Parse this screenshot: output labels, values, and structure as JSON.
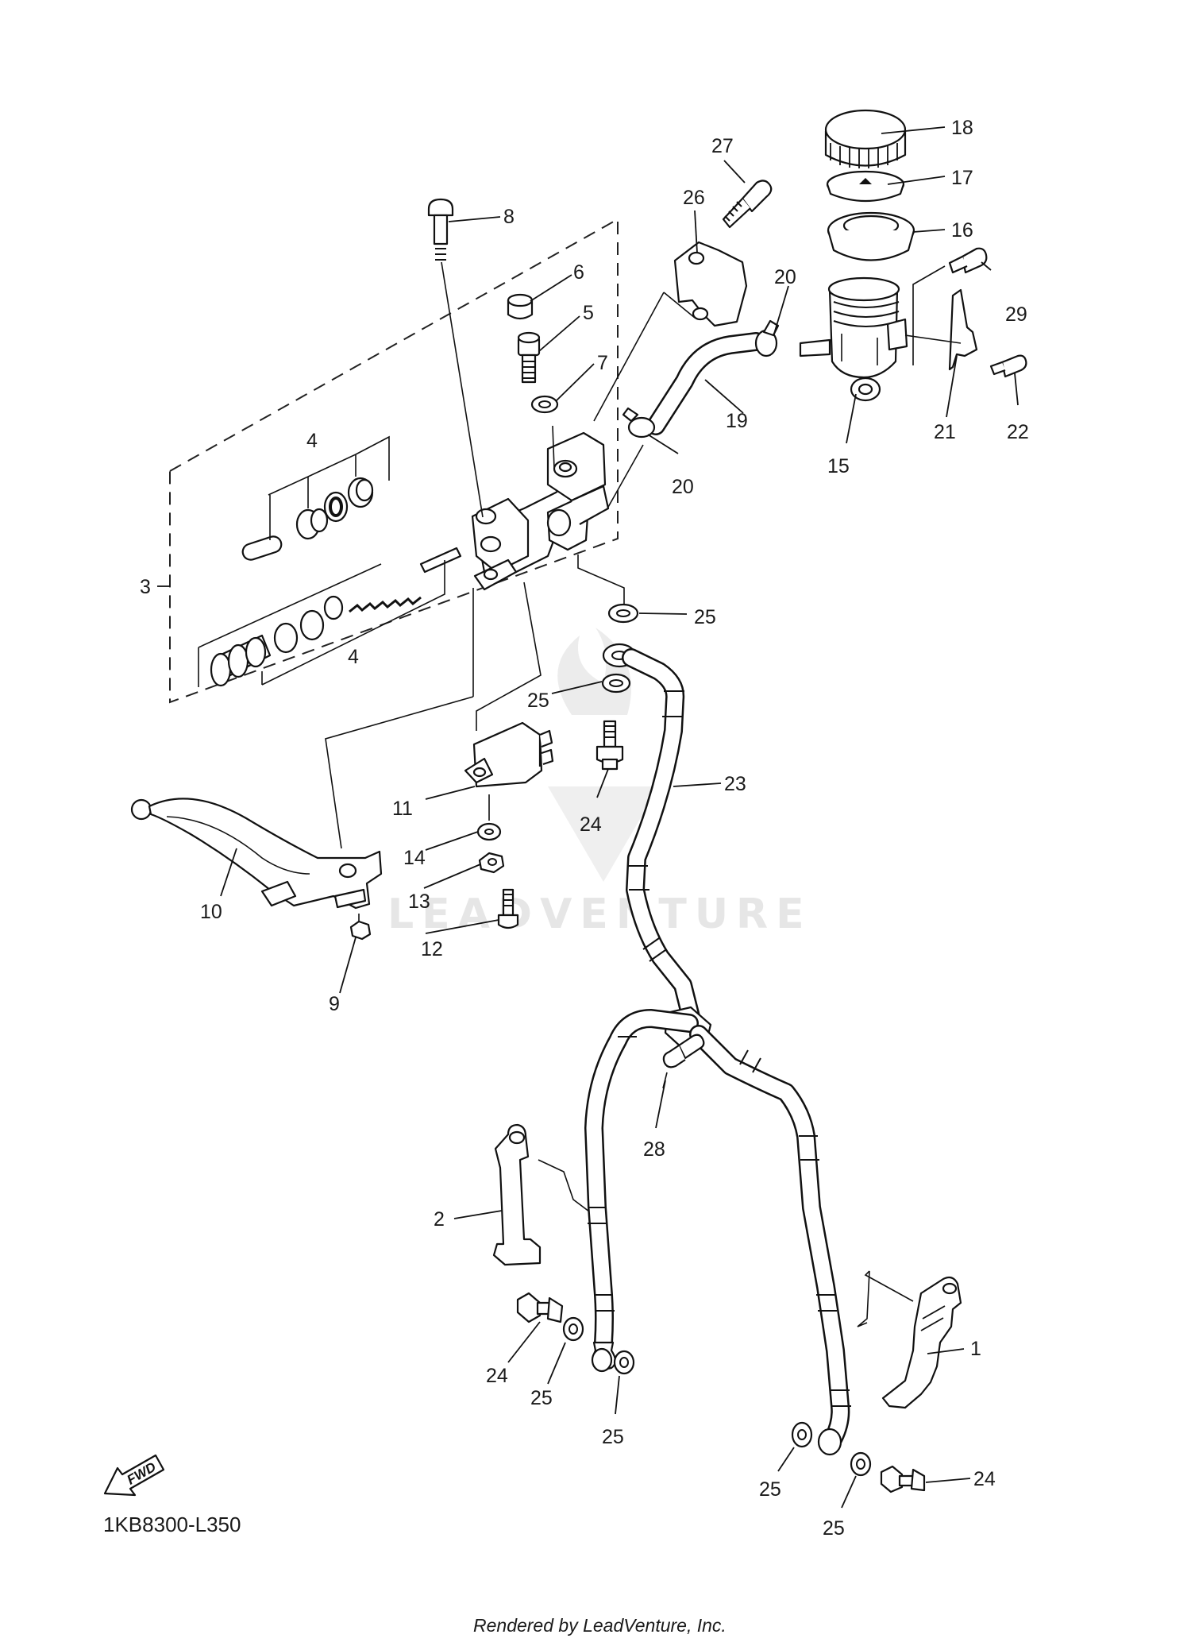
{
  "watermark": "LEADVENTURE",
  "diagram_code": "1KB8300-L350",
  "credit": "Rendered by LeadVenture, Inc.",
  "fwd_label": "FWD",
  "callouts": {
    "c1": "1",
    "c2": "2",
    "c3": "3",
    "c4a": "4",
    "c4b": "4",
    "c5": "5",
    "c6": "6",
    "c7": "7",
    "c8": "8",
    "c9": "9",
    "c10": "10",
    "c11": "11",
    "c12": "12",
    "c13": "13",
    "c14": "14",
    "c15": "15",
    "c16": "16",
    "c17": "17",
    "c18": "18",
    "c19": "19",
    "c20a": "20",
    "c20b": "20",
    "c21": "21",
    "c22": "22",
    "c23": "23",
    "c24a": "24",
    "c24b": "24",
    "c24c": "24",
    "c25a": "25",
    "c25b": "25",
    "c25c": "25",
    "c25d": "25",
    "c25e": "25",
    "c25f": "25",
    "c26": "26",
    "c27": "27",
    "c28": "28",
    "c29": "29"
  }
}
